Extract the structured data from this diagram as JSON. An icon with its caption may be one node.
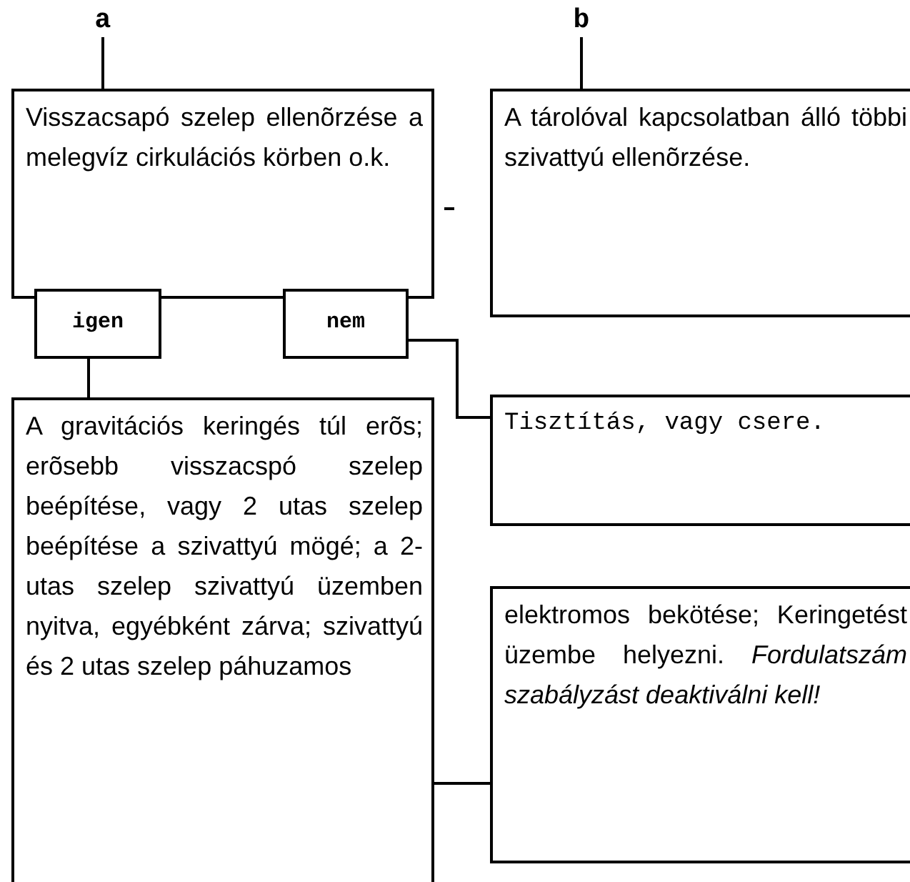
{
  "diagram": {
    "nodes": [
      {
        "text": [
          "a"
        ]
      },
      {
        "text": [
          "b"
        ]
      },
      {
        "text": [
          "Visszacsapó szelep ellenõrzése a melegvíz cirkulációs körben o.k."
        ]
      },
      {
        "text": [
          "A tárolóval kapcsolatban álló többi szivattyú ellenõrzése."
        ]
      },
      {
        "text": [
          "igen"
        ]
      },
      {
        "text": [
          "nem"
        ]
      },
      {
        "text": [
          "Tisztítás, vagy csere."
        ]
      },
      {
        "text": [
          "A gravitációs keringés túl erõs; erõsebb visszacspó szelep beépítése, vagy 2 utas szelep beépítése a szivattyú mögé; a 2-utas szelep szivattyú üzemben nyitva, egyébként zárva; szivattyú és 2 utas szelep páhuzamos"
        ]
      },
      {
        "text": [
          "elektromos bekötése; Keringetést üzembe helyezni. *Fordulatszám szabályzást deaktiválni kell!*"
        ]
      }
    ],
    "edges": [
      {
        "from": 0,
        "to": 2,
        "arrow": "none"
      },
      {
        "from": 1,
        "to": 3,
        "arrow": "none"
      },
      {
        "from": 4,
        "to": 7,
        "arrow": "none"
      },
      {
        "from": 5,
        "to": 6,
        "arrow": "none"
      },
      {
        "from": 7,
        "to": 8,
        "arrow": "none"
      },
      {
        "from": 2,
        "to": null,
        "arrow": "none"
      }
    ]
  }
}
